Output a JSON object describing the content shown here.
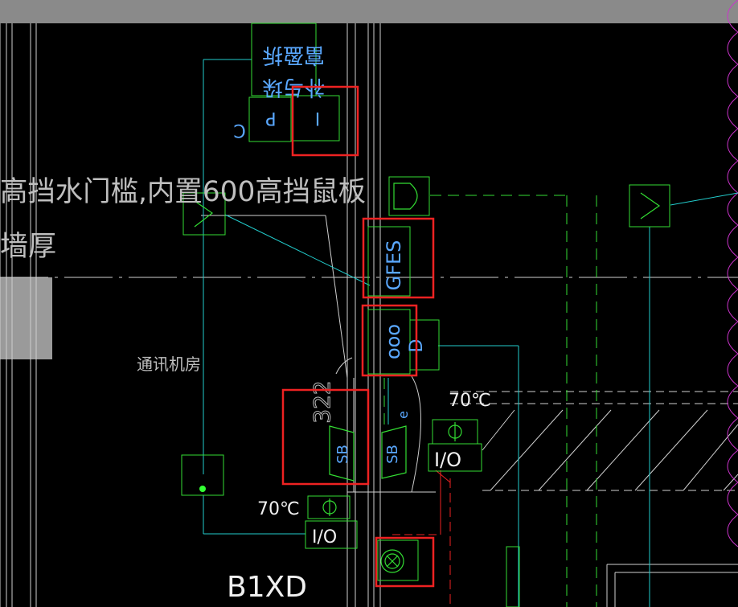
{
  "texts": {
    "heading_line1": "高挡水门槛,内置600高挡鼠板",
    "heading_line2": "墙厚",
    "room_label": "通讯机房",
    "top_label_a": "富盈拆",
    "top_label_b": "补与垛",
    "box_p": "P",
    "box_c": "C",
    "box_i": "I",
    "gfes": "GFES",
    "ooo": "ooo",
    "box_d": "D",
    "temp_a": "70℃",
    "temp_b": "70℃",
    "io_a": "I/O",
    "io_b": "I/O",
    "dim_322": "322",
    "sb_left": "SB",
    "sb_right": "SB",
    "small_e": "e",
    "bottom_tag": "B1XD"
  },
  "colors": {
    "background": "#000000",
    "toolbar": "#8a8a8a",
    "white_lines": "#d8d8d8",
    "green": "#33dd33",
    "cyan": "#22cccc",
    "blue_text": "#5aa8ff",
    "red_highlight": "#ee2222",
    "magenta": "#cc33cc",
    "gray_block": "#9a9a9a"
  }
}
